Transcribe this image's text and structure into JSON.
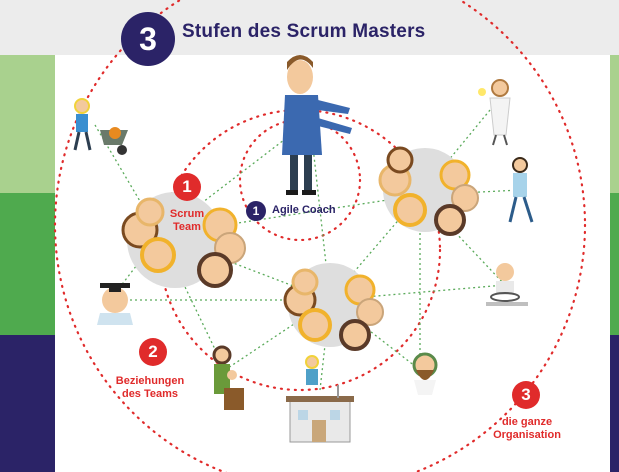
{
  "header": {
    "badge_number": "3",
    "title": "Stufen des Scrum Masters"
  },
  "stages": [
    {
      "number": "1",
      "label": "Agile Coach",
      "color": "#2b2367"
    },
    {
      "number": "1",
      "label_line1": "Scrum",
      "label_line2": "Team",
      "color": "#e02b2b"
    },
    {
      "number": "2",
      "label_line1": "Beziehungen",
      "label_line2": "des Teams",
      "color": "#e02b2b"
    },
    {
      "number": "3",
      "label_line1": "die ganze",
      "label_line2": "Organisation",
      "color": "#e02b2b"
    }
  ],
  "colors": {
    "navy": "#2b2367",
    "red": "#e02b2b",
    "green_light": "#a9d18e",
    "green": "#4faa4e",
    "connector": "#5aaa5a"
  },
  "illustrations": [
    "agile-coach-figure",
    "team-cluster",
    "worker-wheelbarrow-icon",
    "scientist-icon",
    "walking-person-icon",
    "graduate-icon",
    "mother-with-child-icon",
    "bearded-man-icon",
    "driver-icon",
    "building-with-figure-icon"
  ]
}
